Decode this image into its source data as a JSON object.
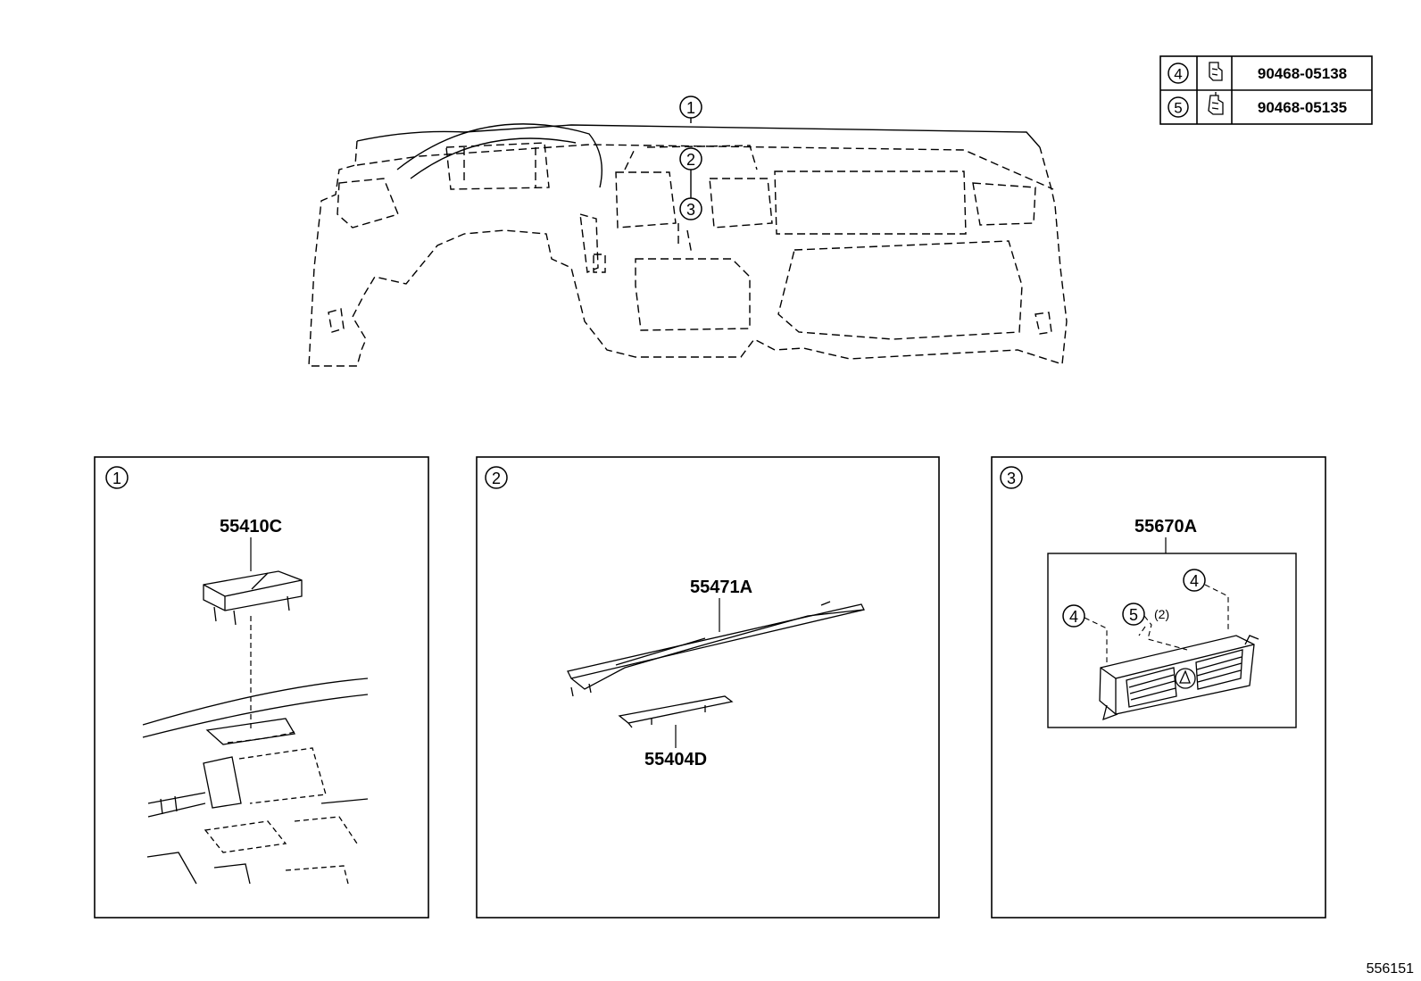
{
  "legend": {
    "rows": [
      {
        "ref": "4",
        "part": "90468-05138",
        "icon": "clip-icon"
      },
      {
        "ref": "5",
        "part": "90468-05135",
        "icon": "clip-icon"
      }
    ]
  },
  "overview": {
    "callouts": [
      "1",
      "2",
      "3"
    ]
  },
  "panels": [
    {
      "ref": "1",
      "parts": [
        "55410C"
      ]
    },
    {
      "ref": "2",
      "parts": [
        "55471A",
        "55404D"
      ]
    },
    {
      "ref": "3",
      "parts": [
        "55670A"
      ],
      "sub_callouts": [
        {
          "ref": "4"
        },
        {
          "ref": "5",
          "qty": "(2)"
        },
        {
          "ref": "4"
        }
      ]
    }
  ],
  "figure_id": "556151"
}
